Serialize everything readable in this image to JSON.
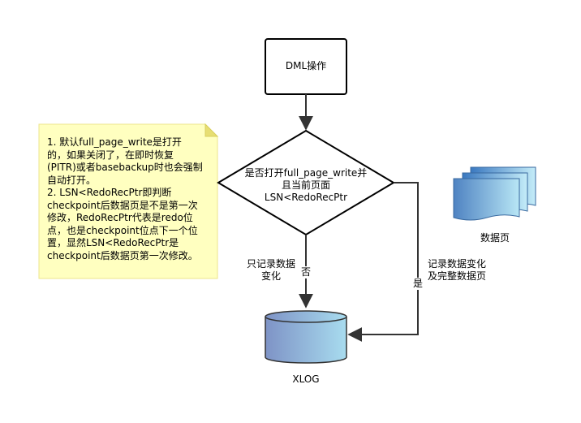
{
  "nodes": {
    "dml": "DML操作",
    "decision": [
      "是否打开full_page_write并",
      "且当前页面",
      "LSN<RedoRecPtr"
    ],
    "xlog": "XLOG",
    "data_page": "数据页"
  },
  "edges": {
    "no_label": "否",
    "no_desc": [
      "只记录数据",
      "变化"
    ],
    "yes_label": "是",
    "yes_desc": [
      "记录数据变化",
      "及完整数据页"
    ]
  },
  "note": {
    "lines": [
      "1.  默认full_page_write是打开",
      "的，如果关闭了，在即时恢复",
      "(PITR)或者basebackup时也会强制",
      "自动打开。",
      "2.  LSN<RedoRecPtr即判断",
      "checkpoint后数据页是不是第一次",
      "修改，RedoRecPtr代表是redo位",
      "点，也是checkpoint位点下一个位",
      "置，显然LSN<RedoRecPtr是",
      "checkpoint后数据页第一次修改。"
    ]
  },
  "colors": {
    "note_fill": "#ffffc0",
    "note_border": "#e8e06a",
    "cylinder_light": "#a8dcef",
    "cylinder_dark": "#7e93c6",
    "doc_light": "#b8e6f5",
    "doc_dark": "#4f83c2"
  }
}
